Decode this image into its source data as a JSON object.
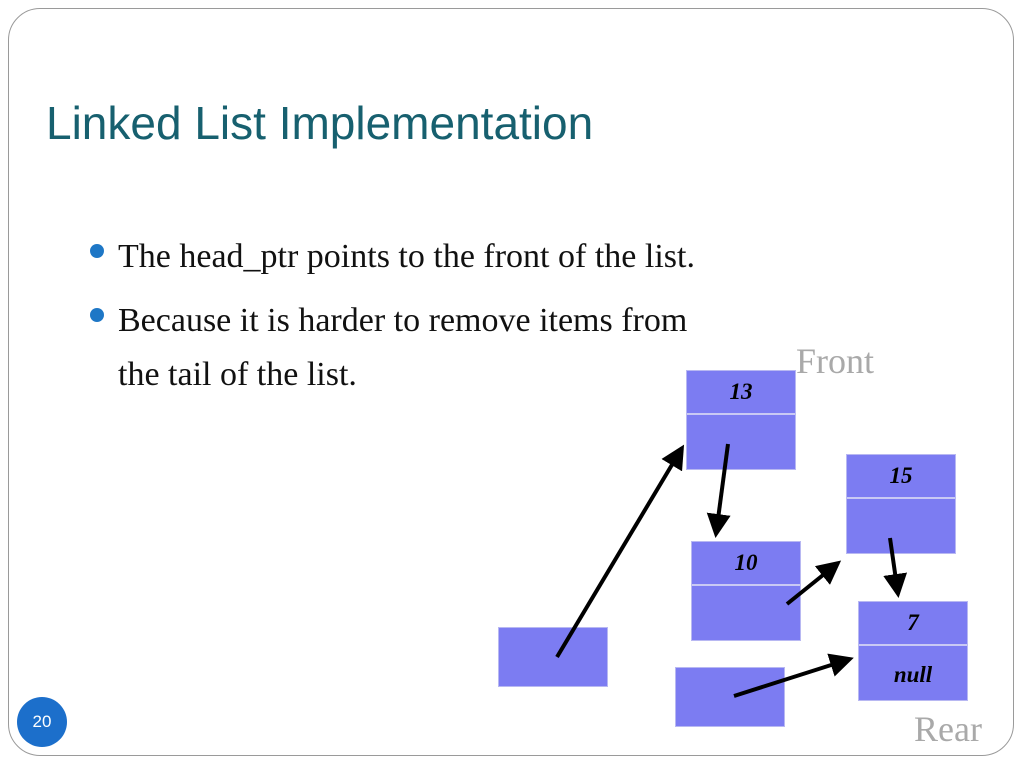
{
  "slide": {
    "title": "Linked List Implementation",
    "bullets": [
      "The head_ptr points to the front of the list.",
      "Because it is harder to remove items from the tail of the list."
    ],
    "page_number": "20"
  },
  "diagram": {
    "front_label": "Front",
    "rear_label": "Rear",
    "nodes": [
      {
        "value": "13",
        "next": ""
      },
      {
        "value": "15",
        "next": ""
      },
      {
        "value": "10",
        "next": ""
      },
      {
        "value": "7",
        "next": "null"
      }
    ],
    "colors": {
      "node_fill": "#7c7cf2",
      "arrow": "#000000",
      "label": "#a9a9a9",
      "title": "#17606f",
      "bullet": "#1e77c6"
    }
  }
}
